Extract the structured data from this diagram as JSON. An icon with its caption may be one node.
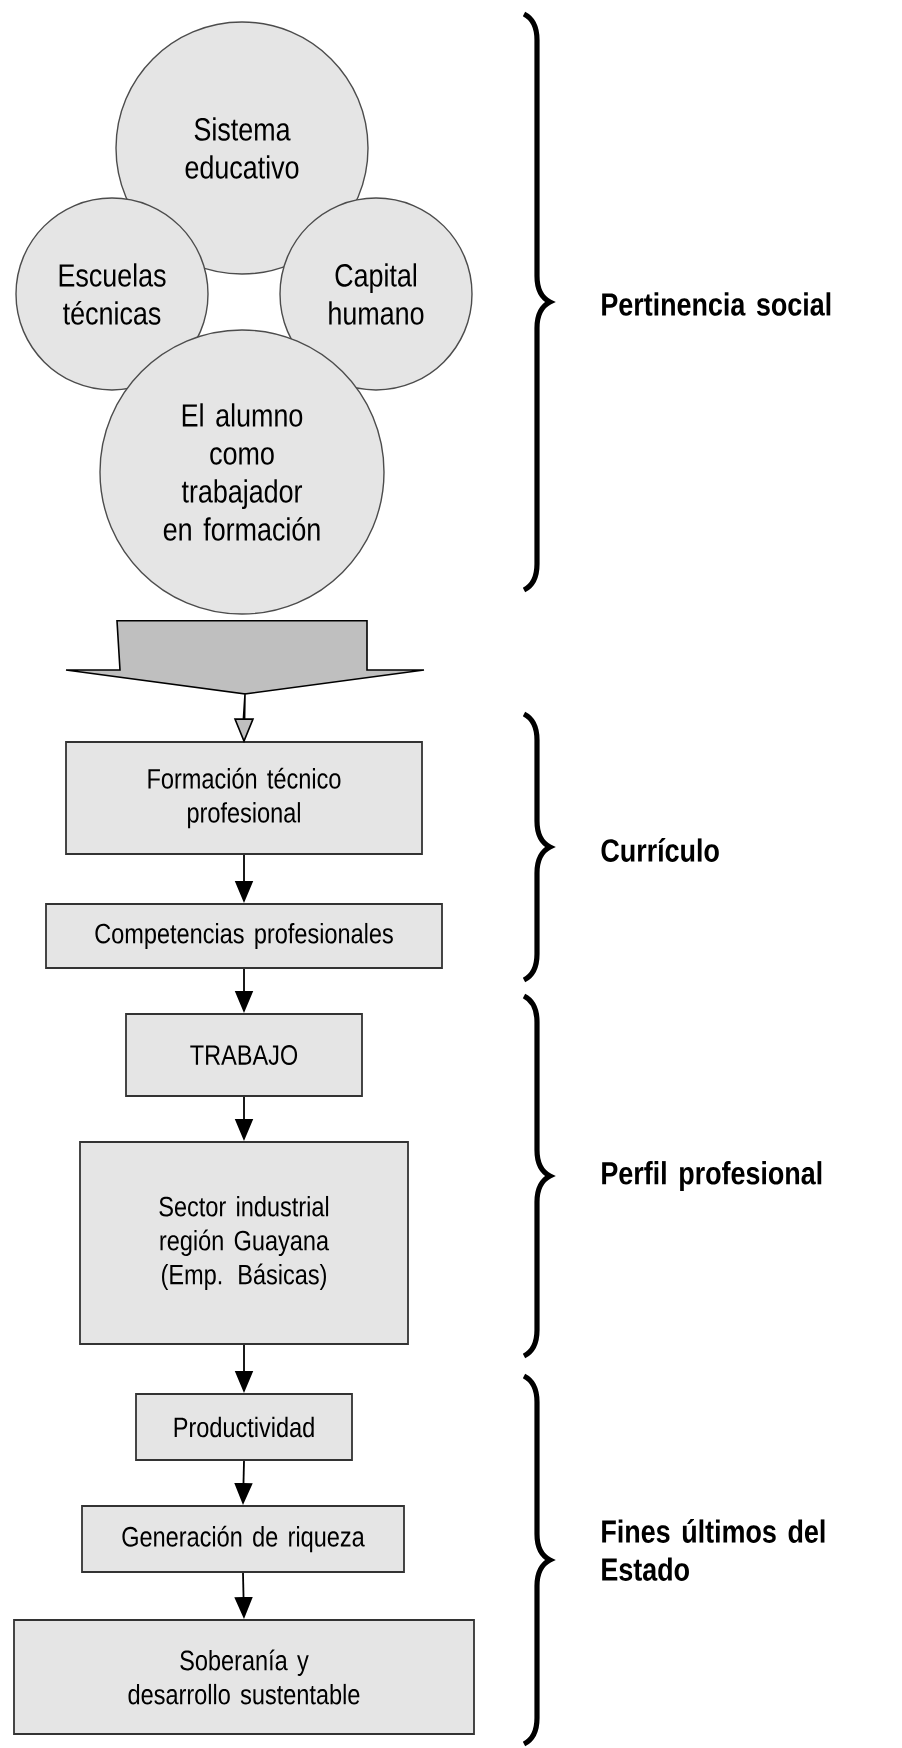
{
  "diagram": {
    "nodes": [
      {
        "text": [
          "Sistema educativo"
        ]
      },
      {
        "text": [
          "Escuelas técnicas"
        ]
      },
      {
        "text": [
          "Capital humano"
        ]
      },
      {
        "text": [
          "El alumno como trabajador en formación"
        ]
      },
      {
        "text": [
          "Formación técnico profesional"
        ]
      },
      {
        "text": [
          "Competencias profesionales"
        ]
      },
      {
        "text": [
          "TRABAJO"
        ]
      },
      {
        "text": [
          "Sector industrial región Guayana (Emp. Básicas)"
        ]
      },
      {
        "text": [
          "Productividad"
        ]
      },
      {
        "text": [
          "Generación de riqueza"
        ]
      },
      {
        "text": [
          "Soberanía y desarrollo sustentable"
        ]
      }
    ],
    "edges": [
      {
        "from": 3,
        "to": 4,
        "arrow": "to",
        "style": "thick"
      },
      {
        "from": 4,
        "to": 5,
        "arrow": "to"
      },
      {
        "from": 5,
        "to": 6,
        "arrow": "to"
      },
      {
        "from": 6,
        "to": 7,
        "arrow": "to"
      },
      {
        "from": 7,
        "to": 8,
        "arrow": "to"
      },
      {
        "from": 8,
        "to": 9,
        "arrow": "to"
      },
      {
        "from": 9,
        "to": 10,
        "arrow": "to"
      }
    ],
    "labels": [
      "Pertinencia social",
      "Currículo",
      "Perfil profesional",
      "Fines últimos del Estado"
    ]
  }
}
